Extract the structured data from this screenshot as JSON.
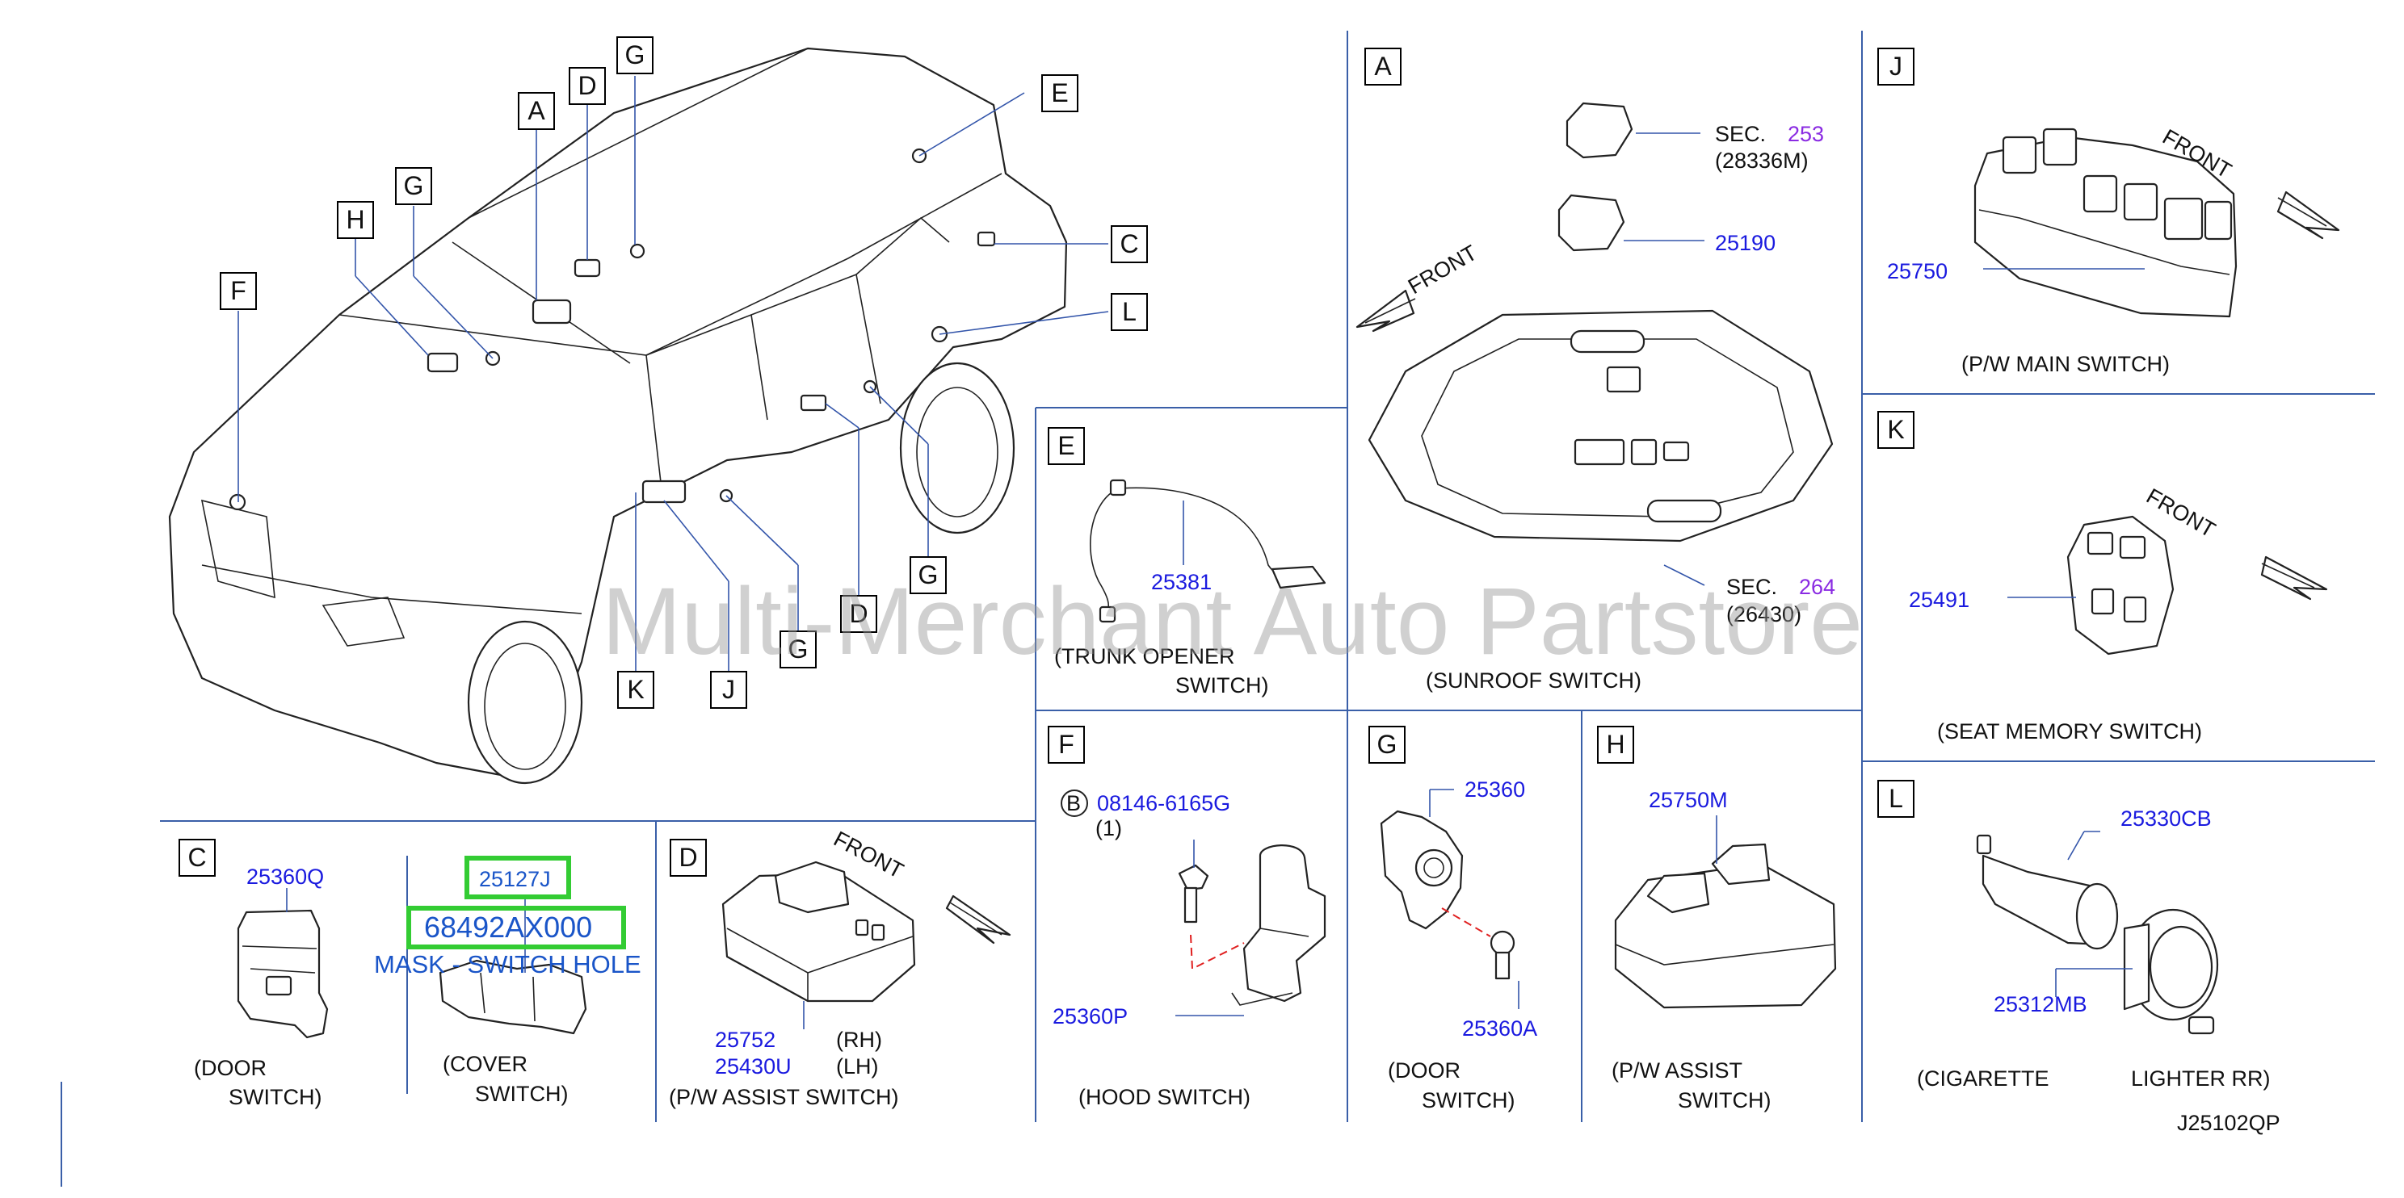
{
  "watermark": "Multi-Merchant Auto Partstore",
  "diagram_code": "J25102QP",
  "front_label": "FRONT",
  "overview_labels": [
    "A",
    "D",
    "G",
    "E",
    "H",
    "G",
    "C",
    "F",
    "L",
    "K",
    "J",
    "G",
    "D",
    "G"
  ],
  "panels": {
    "A": {
      "letter": "A",
      "sec1": "SEC.",
      "sec1_num": "253",
      "sec1_sub": "(28336M)",
      "part1": "25190",
      "sec2": "SEC.",
      "sec2_num": "264",
      "sec2_sub": "(26430)",
      "caption": "(SUNROOF   SWITCH)"
    },
    "E": {
      "letter": "E",
      "part": "25381",
      "caption1": "(TRUNK   OPENER",
      "caption2": "SWITCH)"
    },
    "J": {
      "letter": "J",
      "part": "25750",
      "caption": "(P/W   MAIN   SWITCH)"
    },
    "K": {
      "letter": "K",
      "part": "25491",
      "caption": "(SEAT   MEMORY   SWITCH)"
    },
    "C": {
      "letter": "C",
      "part": "25360Q",
      "caption1": "(DOOR",
      "caption2": "SWITCH)"
    },
    "cover": {
      "part1": "25127J",
      "part2": "68492AX000",
      "mask": "MASK - SWITCH HOLE",
      "caption1": "(COVER",
      "caption2": "SWITCH)"
    },
    "D": {
      "letter": "D",
      "part_rh": "25752",
      "rh": "(RH)",
      "part_lh": "25430U",
      "lh": "(LH)",
      "caption": "(P/W   ASSIST   SWITCH)"
    },
    "F": {
      "letter": "F",
      "bolt_mark": "B",
      "bolt": "08146-6165G",
      "qty": "(1)",
      "part": "25360P",
      "caption": "(HOOD   SWITCH)"
    },
    "G": {
      "letter": "G",
      "part1": "25360",
      "part2": "25360A",
      "caption1": "(DOOR",
      "caption2": "SWITCH)"
    },
    "H": {
      "letter": "H",
      "part": "25750M",
      "caption1": "(P/W   ASSIST",
      "caption2": "SWITCH)"
    },
    "L": {
      "letter": "L",
      "part1": "25330CB",
      "part2": "25312MB",
      "caption1": "(CIGARETTE",
      "caption2": "LIGHTER   RR)"
    }
  }
}
